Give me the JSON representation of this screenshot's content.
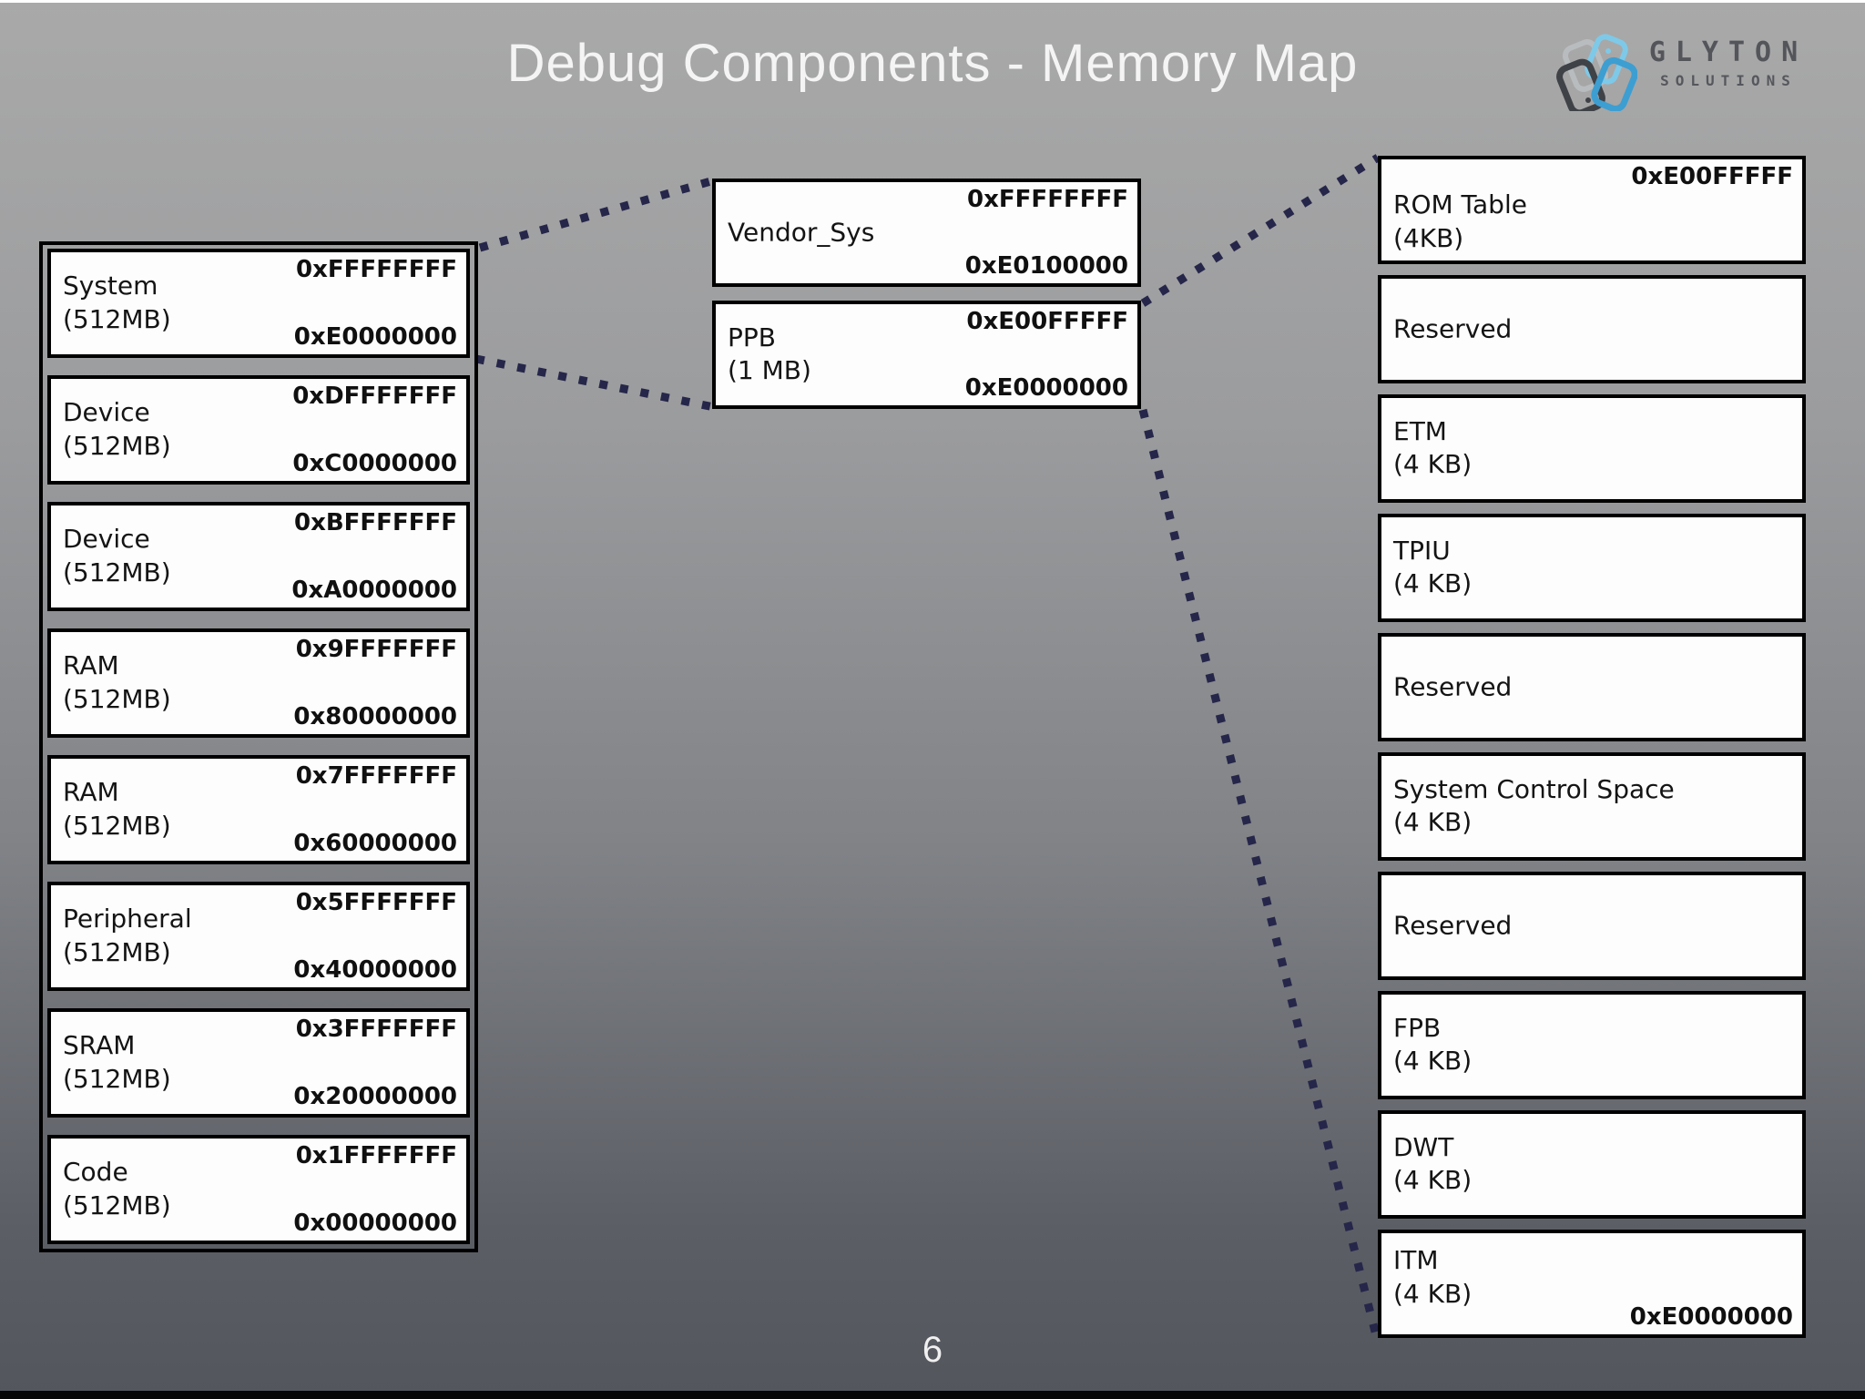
{
  "slide": {
    "title": "Debug Components - Memory Map",
    "page_number": "6"
  },
  "logo": {
    "name": "GLYTON",
    "subtitle": "SOLUTIONS"
  },
  "left": {
    "regions": [
      {
        "label": "System",
        "size": "(512MB)",
        "addr_top": "0xFFFFFFFF",
        "addr_bottom": "0xE0000000",
        "highlighted": true
      },
      {
        "label": "Device",
        "size": "(512MB)",
        "addr_top": "0xDFFFFFFF",
        "addr_bottom": "0xC0000000"
      },
      {
        "label": "Device",
        "size": "(512MB)",
        "addr_top": "0xBFFFFFFF",
        "addr_bottom": "0xA0000000"
      },
      {
        "label": "RAM",
        "size": "(512MB)",
        "addr_top": "0x9FFFFFFF",
        "addr_bottom": "0x80000000"
      },
      {
        "label": "RAM",
        "size": "(512MB)",
        "addr_top": "0x7FFFFFFF",
        "addr_bottom": "0x60000000"
      },
      {
        "label": "Peripheral",
        "size": "(512MB)",
        "addr_top": "0x5FFFFFFF",
        "addr_bottom": "0x40000000"
      },
      {
        "label": "SRAM",
        "size": "(512MB)",
        "addr_top": "0x3FFFFFFF",
        "addr_bottom": "0x20000000"
      },
      {
        "label": "Code",
        "size": "(512MB)",
        "addr_top": "0x1FFFFFFF",
        "addr_bottom": "0x00000000"
      }
    ]
  },
  "middle": {
    "regions": [
      {
        "label": "Vendor_Sys",
        "size": "",
        "addr_top": "0xFFFFFFFF",
        "addr_bottom": "0xE0100000"
      },
      {
        "label": "PPB",
        "size": "(1 MB)",
        "addr_top": "0xE00FFFFF",
        "addr_bottom": "0xE0000000"
      }
    ]
  },
  "right": {
    "regions": [
      {
        "label": "ROM Table",
        "size": "(4KB)",
        "addr_top": "0xE00FFFFF"
      },
      {
        "label": "Reserved",
        "size": ""
      },
      {
        "label": "ETM",
        "size": "(4 KB)"
      },
      {
        "label": "TPIU",
        "size": "(4 KB)"
      },
      {
        "label": "Reserved",
        "size": ""
      },
      {
        "label": "System Control Space",
        "size": "(4 KB)"
      },
      {
        "label": "Reserved",
        "size": ""
      },
      {
        "label": "FPB",
        "size": "(4 KB)"
      },
      {
        "label": "DWT",
        "size": "(4 KB)"
      },
      {
        "label": "ITM",
        "size": "(4 KB)",
        "addr_bottom": "0xE0000000"
      }
    ]
  },
  "colors": {
    "background_top": "#a9a9a9",
    "background_bottom": "#53565d",
    "box_fill": "#fdfdfd",
    "box_border": "#000000",
    "connector_dots": "#26264a",
    "title_text": "#f4f4f4",
    "logo_text": "#53555a",
    "logo_blue": "#5fb8e0",
    "logo_dark": "#3f4247"
  }
}
